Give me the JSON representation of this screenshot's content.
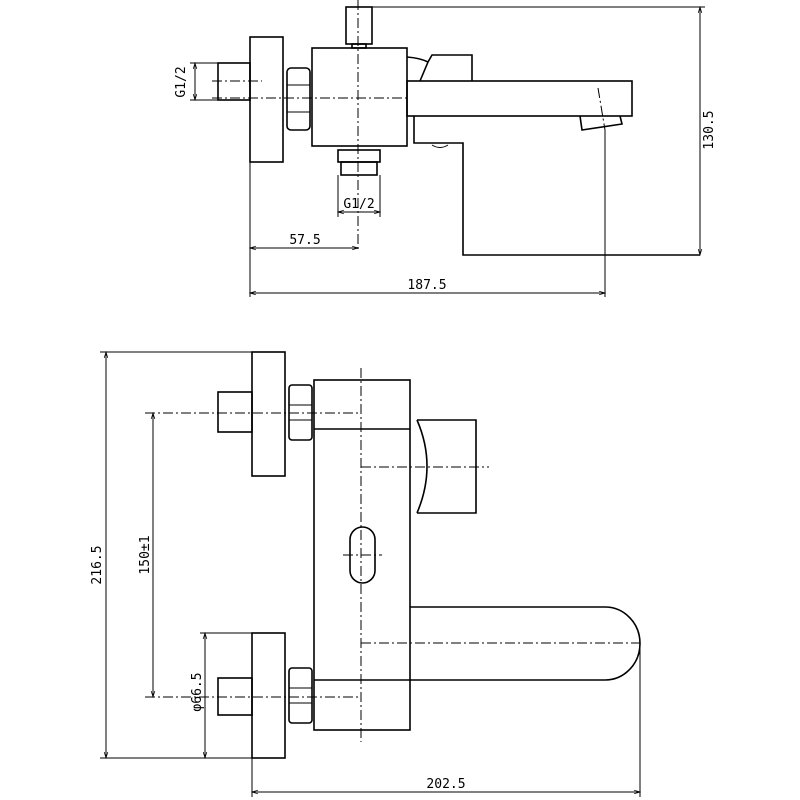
{
  "drawing": {
    "side_view": {
      "dims": {
        "inlet_thread": "G1/2",
        "outlet_thread": "G1/2",
        "inlet_to_outlet": "57.5",
        "total_projection": "187.5",
        "height": "130.5"
      }
    },
    "front_view": {
      "dims": {
        "total_height": "216.5",
        "inlet_spacing": "150±1",
        "escutcheon_diameter": "φ66.5",
        "spout_projection": "202.5"
      }
    },
    "colors": {
      "line": "#000000",
      "background": "#ffffff"
    }
  }
}
